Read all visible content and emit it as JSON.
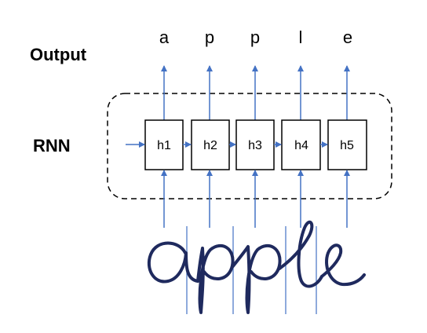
{
  "labels": {
    "output": "Output",
    "rnn": "RNN"
  },
  "outputs": [
    "a",
    "p",
    "p",
    "l",
    "e"
  ],
  "hidden_states": [
    "h1",
    "h2",
    "h3",
    "h4",
    "h5"
  ],
  "handwriting_word": "apple",
  "colors": {
    "arrow": "#4472c4",
    "box_stroke": "#000000",
    "dashed_border": "#000000",
    "handwriting": "#1f2a5e",
    "divider": "#4472c4"
  }
}
